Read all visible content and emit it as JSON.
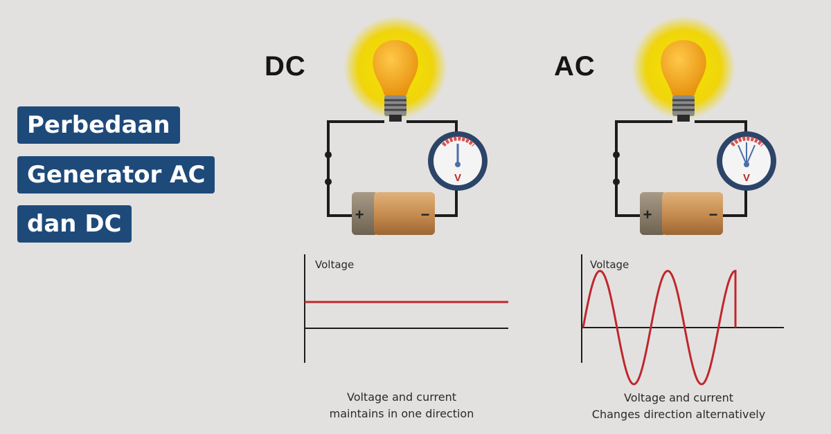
{
  "title": {
    "line1": "Perbedaan",
    "line2": "Generator AC",
    "line3": "dan DC"
  },
  "panels": {
    "dc": {
      "label": "DC",
      "y_axis_label": "Voltage",
      "caption_line1": "Voltage and current",
      "caption_line2": "maintains in one direction",
      "battery_plus": "+",
      "battery_minus": "−",
      "meter_unit": "V"
    },
    "ac": {
      "label": "AC",
      "y_axis_label": "Voltage",
      "caption_line1": "Voltage and current",
      "caption_line2": "Changes direction alternatively",
      "battery_plus": "+",
      "battery_minus": "−",
      "meter_unit": "V"
    }
  },
  "colors": {
    "title_bg": "#1e4a7a",
    "signal": "#c0262b",
    "glow": "#f2d600",
    "bulb": "#f3a91c",
    "battery": "#c8935a"
  }
}
